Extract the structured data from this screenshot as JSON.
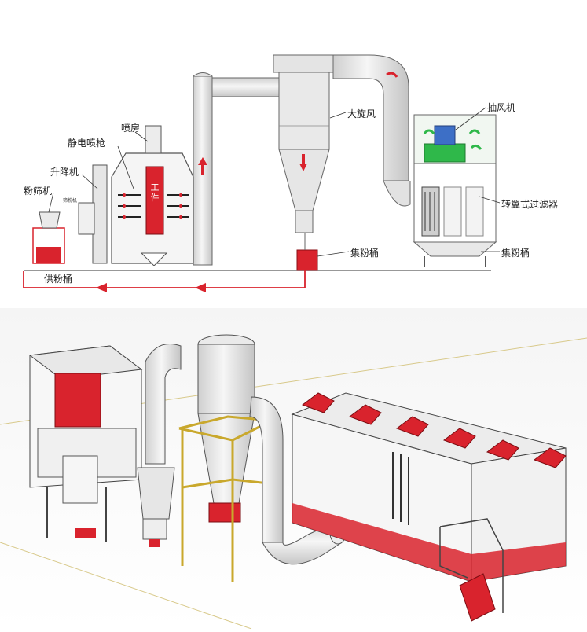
{
  "labels": {
    "spray_booth": "喷房",
    "electrostatic_gun": "静电喷枪",
    "lift": "升降机",
    "sieve": "粉筛机",
    "sieve_small": "筛粉机",
    "supply_bucket": "供粉桶",
    "cyclone": "大旋风",
    "exhaust_fan": "抽风机",
    "rotary_filter": "转翼式过滤器",
    "collect_bucket_1": "集粉桶",
    "collect_bucket_2": "集粉桶",
    "workpiece_1": "工",
    "workpiece_2": "件"
  },
  "colors": {
    "accent": "#d9232d",
    "fan_green": "#2fb84a",
    "pipe_fill": "#ececec",
    "outline": "#555555"
  }
}
